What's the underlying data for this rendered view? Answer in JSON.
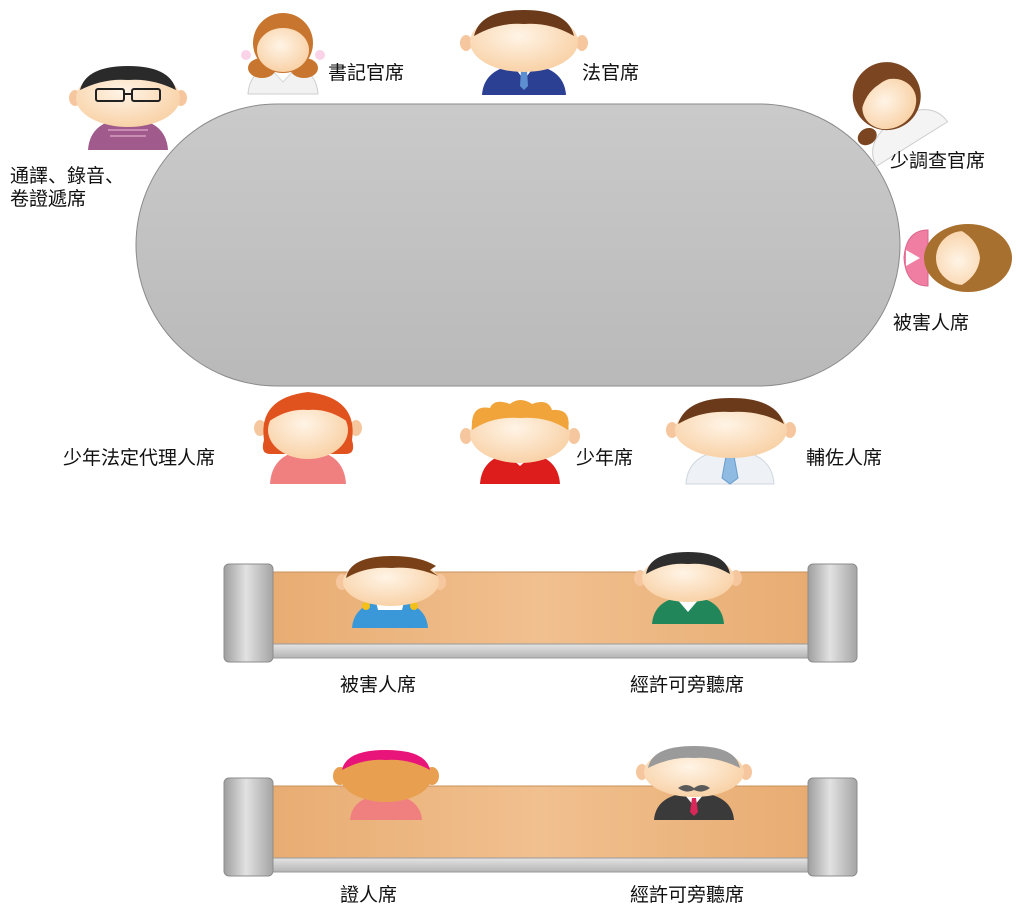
{
  "courtroom": {
    "seats": {
      "clerk": "書記官席",
      "judge": "法官席",
      "interpreter_line1": "通譯、錄音、",
      "interpreter_line2": "卷證遞席",
      "probation_officer": "少調查官席",
      "victim_side": "被害人席",
      "legal_guardian": "少年法定代理人席",
      "juvenile": "少年席",
      "assistant": "輔佐人席"
    },
    "bench_1": {
      "left_label": "被害人席",
      "right_label": "經許可旁聽席"
    },
    "bench_2": {
      "left_label": "證人席",
      "right_label": "經許可旁聽席"
    }
  },
  "colors": {
    "table": "#c2c2c2",
    "bench_wood": "#e9b27c",
    "bench_post": "#cfcfcf",
    "skin": "#fde0c0"
  }
}
